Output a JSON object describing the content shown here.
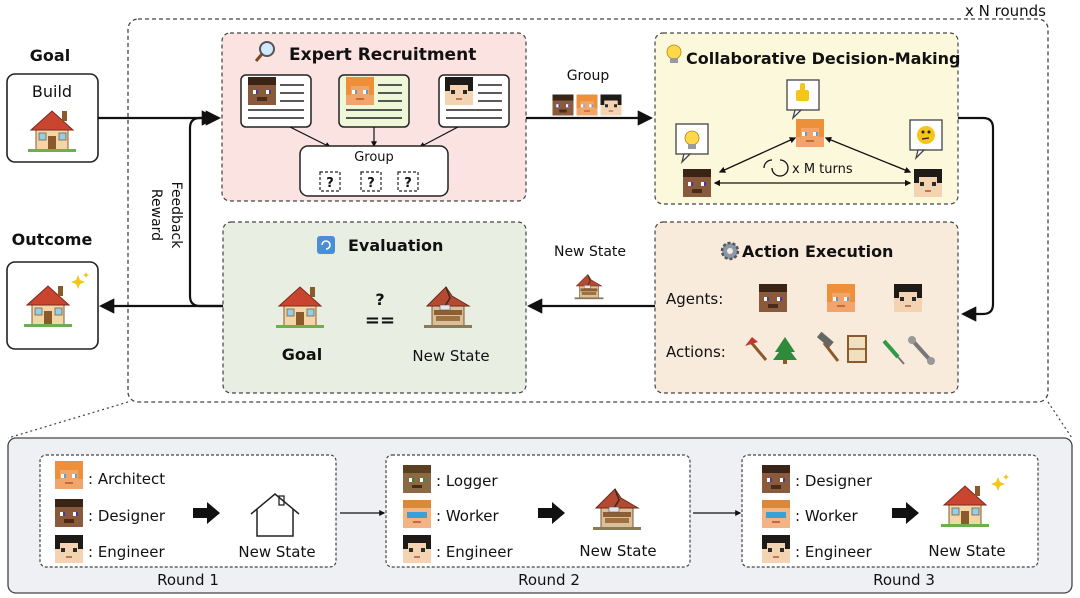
{
  "header": {
    "rounds_label": "x N rounds"
  },
  "left": {
    "goal_title": "Goal",
    "goal_box_label": "Build",
    "outcome_title": "Outcome",
    "feedback_label_1": "Reward",
    "feedback_label_2": "Feedback"
  },
  "recruitment": {
    "title": "Expert Recruitment",
    "group_label": "Group",
    "slot_mark": "?"
  },
  "transfer": {
    "group_label": "Group",
    "new_state_label": "New State"
  },
  "collab": {
    "title": "Collaborative Decision-Making",
    "turns_label": "x M turns"
  },
  "evaluation": {
    "title": "Evaluation",
    "goal_label": "Goal",
    "state_label": "New State",
    "question_mark": "?",
    "equals_mark": "=="
  },
  "execution": {
    "title": "Action Execution",
    "agents_label": "Agents:",
    "actions_label": "Actions:"
  },
  "rounds": [
    {
      "label": "Round 1",
      "roles": [
        ": Architect",
        ": Designer",
        ": Engineer"
      ],
      "result": "New State"
    },
    {
      "label": "Round 2",
      "roles": [
        ": Logger",
        ": Worker",
        ": Engineer"
      ],
      "result": "New State"
    },
    {
      "label": "Round 3",
      "roles": [
        ": Designer",
        ": Worker",
        ": Engineer"
      ],
      "result": "New State"
    }
  ],
  "colors": {
    "recruitment_bg": "#fbe3e1",
    "collab_bg": "#fbf8dc",
    "evaluation_bg": "#e9eee2",
    "execution_bg": "#f8ebdc",
    "bottom_bg": "#eef0f4"
  },
  "icons": [
    "magnifier-icon",
    "lightbulb-icon",
    "refresh-icon",
    "gear-icon",
    "house-icon",
    "sparkle-icon",
    "thumbs-up-icon",
    "thinking-face-icon",
    "axe-icon",
    "tree-icon",
    "hammer-icon",
    "door-icon",
    "screwdriver-icon",
    "wrench-icon",
    "arrow-icon"
  ]
}
